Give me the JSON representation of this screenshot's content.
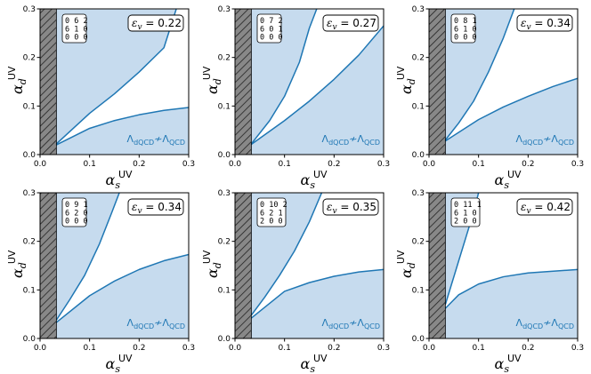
{
  "chart_data": [
    {
      "type": "area",
      "epsilon_label": "ε",
      "epsilon_sub": "v",
      "epsilon_value": "= 0.22",
      "matrix": [
        [
          "0",
          "6",
          "2"
        ],
        [
          "6",
          "1",
          "0"
        ],
        [
          "0",
          "0",
          "0"
        ]
      ],
      "annotation": "Λ",
      "annotation_sub_left": "dQCD",
      "annotation_rel": "≁",
      "annotation_sub_right": "QCD",
      "show_annotation": true,
      "xlabel": "α",
      "xlabel_sub": "s",
      "xlabel_sup": "UV",
      "ylabel": "α",
      "ylabel_sub": "d",
      "ylabel_sup": "UV",
      "xlim": [
        0,
        0.3
      ],
      "ylim": [
        0,
        0.3
      ],
      "xticks": [
        "0.0",
        "0.1",
        "0.2",
        "0.3"
      ],
      "yticks": [
        "0.0",
        "0.1",
        "0.2",
        "0.3"
      ],
      "excluded_xmax": 0.033,
      "upper_curve": {
        "x": [
          0.033,
          0.1,
          0.15,
          0.2,
          0.25,
          0.275
        ],
        "y": [
          0.022,
          0.085,
          0.125,
          0.17,
          0.22,
          0.3
        ]
      },
      "lower_curve": {
        "x": [
          0.033,
          0.1,
          0.15,
          0.2,
          0.25,
          0.3
        ],
        "y": [
          0.02,
          0.054,
          0.07,
          0.082,
          0.091,
          0.097
        ]
      }
    },
    {
      "type": "area",
      "epsilon_label": "ε",
      "epsilon_sub": "v",
      "epsilon_value": "= 0.27",
      "matrix": [
        [
          "0",
          "7",
          "2"
        ],
        [
          "6",
          "0",
          "1"
        ],
        [
          "0",
          "0",
          "0"
        ]
      ],
      "annotation": "Λ",
      "annotation_sub_left": "dQCD",
      "annotation_rel": "≁",
      "annotation_sub_right": "QCD",
      "show_annotation": true,
      "xlabel": "α",
      "xlabel_sub": "s",
      "xlabel_sup": "UV",
      "ylabel": "α",
      "ylabel_sub": "d",
      "ylabel_sup": "UV",
      "xlim": [
        0,
        0.3
      ],
      "ylim": [
        0,
        0.3
      ],
      "xticks": [
        "0.0",
        "0.1",
        "0.2",
        "0.3"
      ],
      "yticks": [
        "0.0",
        "0.1",
        "0.2",
        "0.3"
      ],
      "excluded_xmax": 0.033,
      "upper_curve": {
        "x": [
          0.033,
          0.07,
          0.1,
          0.13,
          0.15,
          0.165
        ],
        "y": [
          0.022,
          0.07,
          0.12,
          0.19,
          0.26,
          0.3
        ]
      },
      "lower_curve": {
        "x": [
          0.033,
          0.1,
          0.15,
          0.2,
          0.25,
          0.3
        ],
        "y": [
          0.021,
          0.07,
          0.11,
          0.155,
          0.205,
          0.265
        ]
      }
    },
    {
      "type": "area",
      "epsilon_label": "ε",
      "epsilon_sub": "v",
      "epsilon_value": "= 0.34",
      "matrix": [
        [
          "0",
          "8",
          "1"
        ],
        [
          "6",
          "1",
          "0"
        ],
        [
          "0",
          "0",
          "0"
        ]
      ],
      "annotation": "Λ",
      "annotation_sub_left": "dQCD",
      "annotation_rel": "≁",
      "annotation_sub_right": "QCD",
      "show_annotation": true,
      "xlabel": "α",
      "xlabel_sub": "s",
      "xlabel_sup": "UV",
      "ylabel": "α",
      "ylabel_sub": "d",
      "ylabel_sup": "UV",
      "xlim": [
        0,
        0.3
      ],
      "ylim": [
        0,
        0.3
      ],
      "xticks": [
        "0.0",
        "0.1",
        "0.2",
        "0.3"
      ],
      "yticks": [
        "0.0",
        "0.1",
        "0.2",
        "0.3"
      ],
      "excluded_xmax": 0.033,
      "upper_curve": {
        "x": [
          0.033,
          0.06,
          0.09,
          0.12,
          0.15,
          0.172
        ],
        "y": [
          0.03,
          0.065,
          0.11,
          0.17,
          0.24,
          0.3
        ]
      },
      "lower_curve": {
        "x": [
          0.033,
          0.1,
          0.15,
          0.2,
          0.25,
          0.3
        ],
        "y": [
          0.028,
          0.072,
          0.098,
          0.12,
          0.14,
          0.157
        ]
      }
    },
    {
      "type": "area",
      "epsilon_label": "ε",
      "epsilon_sub": "v",
      "epsilon_value": "= 0.34",
      "matrix": [
        [
          "0",
          "9",
          "1"
        ],
        [
          "6",
          "2",
          "0"
        ],
        [
          "0",
          "0",
          "0"
        ]
      ],
      "annotation": "Λ",
      "annotation_sub_left": "dQCD",
      "annotation_rel": "≁",
      "annotation_sub_right": "QCD",
      "show_annotation": true,
      "xlabel": "α",
      "xlabel_sub": "s",
      "xlabel_sup": "UV",
      "ylabel": "α",
      "ylabel_sub": "d",
      "ylabel_sup": "UV",
      "xlim": [
        0,
        0.3
      ],
      "ylim": [
        0,
        0.3
      ],
      "xticks": [
        "0.0",
        "0.1",
        "0.2",
        "0.3"
      ],
      "yticks": [
        "0.0",
        "0.1",
        "0.2",
        "0.3"
      ],
      "excluded_xmax": 0.033,
      "upper_curve": {
        "x": [
          0.033,
          0.06,
          0.09,
          0.12,
          0.145,
          0.16
        ],
        "y": [
          0.038,
          0.08,
          0.13,
          0.195,
          0.26,
          0.3
        ]
      },
      "lower_curve": {
        "x": [
          0.033,
          0.1,
          0.15,
          0.2,
          0.25,
          0.3
        ],
        "y": [
          0.033,
          0.088,
          0.118,
          0.142,
          0.16,
          0.173
        ]
      }
    },
    {
      "type": "area",
      "epsilon_label": "ε",
      "epsilon_sub": "v",
      "epsilon_value": "= 0.35",
      "matrix": [
        [
          "0",
          "10",
          "2"
        ],
        [
          "6",
          "2",
          "1"
        ],
        [
          "2",
          "0",
          "0"
        ]
      ],
      "annotation": "Λ",
      "annotation_sub_left": "dQCD",
      "annotation_rel": "≁",
      "annotation_sub_right": "QCD",
      "show_annotation": true,
      "xlabel": "α",
      "xlabel_sub": "s",
      "xlabel_sup": "UV",
      "ylabel": "α",
      "ylabel_sub": "d",
      "ylabel_sup": "UV",
      "xlim": [
        0,
        0.3
      ],
      "ylim": [
        0,
        0.3
      ],
      "xticks": [
        "0.0",
        "0.1",
        "0.2",
        "0.3"
      ],
      "yticks": [
        "0.0",
        "0.1",
        "0.2",
        "0.3"
      ],
      "excluded_xmax": 0.033,
      "upper_curve": {
        "x": [
          0.033,
          0.06,
          0.09,
          0.12,
          0.15,
          0.175
        ],
        "y": [
          0.048,
          0.085,
          0.13,
          0.18,
          0.24,
          0.3
        ]
      },
      "lower_curve": {
        "x": [
          0.033,
          0.1,
          0.15,
          0.2,
          0.25,
          0.3
        ],
        "y": [
          0.042,
          0.097,
          0.115,
          0.128,
          0.137,
          0.142
        ]
      }
    },
    {
      "type": "area",
      "epsilon_label": "ε",
      "epsilon_sub": "v",
      "epsilon_value": "= 0.42",
      "matrix": [
        [
          "0",
          "11",
          "1"
        ],
        [
          "6",
          "1",
          "0"
        ],
        [
          "2",
          "0",
          "0"
        ]
      ],
      "annotation": "Λ",
      "annotation_sub_left": "dQCD",
      "annotation_rel": "≁",
      "annotation_sub_right": "QCD",
      "show_annotation": true,
      "xlabel": "α",
      "xlabel_sub": "s",
      "xlabel_sup": "UV",
      "ylabel": "α",
      "ylabel_sub": "d",
      "ylabel_sup": "UV",
      "xlim": [
        0,
        0.3
      ],
      "ylim": [
        0,
        0.3
      ],
      "xticks": [
        "0.0",
        "0.1",
        "0.2",
        "0.3"
      ],
      "yticks": [
        "0.0",
        "0.1",
        "0.2",
        "0.3"
      ],
      "excluded_xmax": 0.033,
      "upper_curve": {
        "x": [
          0.033,
          0.045,
          0.06,
          0.075,
          0.09,
          0.1
        ],
        "y": [
          0.07,
          0.11,
          0.16,
          0.21,
          0.26,
          0.3
        ]
      },
      "lower_curve": {
        "x": [
          0.033,
          0.06,
          0.1,
          0.15,
          0.2,
          0.3
        ],
        "y": [
          0.062,
          0.09,
          0.112,
          0.127,
          0.135,
          0.142
        ]
      }
    }
  ],
  "colors": {
    "fill": "#c6dbee",
    "curve": "#1f77b4",
    "hatch_bg": "#888888",
    "hatch_line": "#222222",
    "annotation": "#1f77b4"
  }
}
